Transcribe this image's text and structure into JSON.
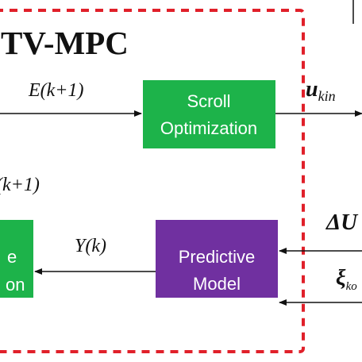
{
  "diagram": {
    "title": "TV-MPC",
    "colors": {
      "green": "#1db34a",
      "purple": "#7030a0",
      "dashed_border": "#e0202a",
      "text_dark": "#111111",
      "box_text": "#ffffff"
    },
    "blocks": {
      "scroll_optimization": {
        "line1": "Scroll",
        "line2": "Optimization"
      },
      "predictive_model": {
        "line1": "Predictive",
        "line2": "Model"
      },
      "left_block_partial": {
        "line1": "e",
        "line2": "on"
      }
    },
    "signals": {
      "e_k1": "E(k+1)",
      "y_k1_partial": "(k+1)",
      "y_k": "Y(k)",
      "u_kin": "u",
      "u_kin_sub": "kin",
      "delta_u": "ΔU",
      "xi": "ξ",
      "xi_sub": "ko"
    }
  }
}
